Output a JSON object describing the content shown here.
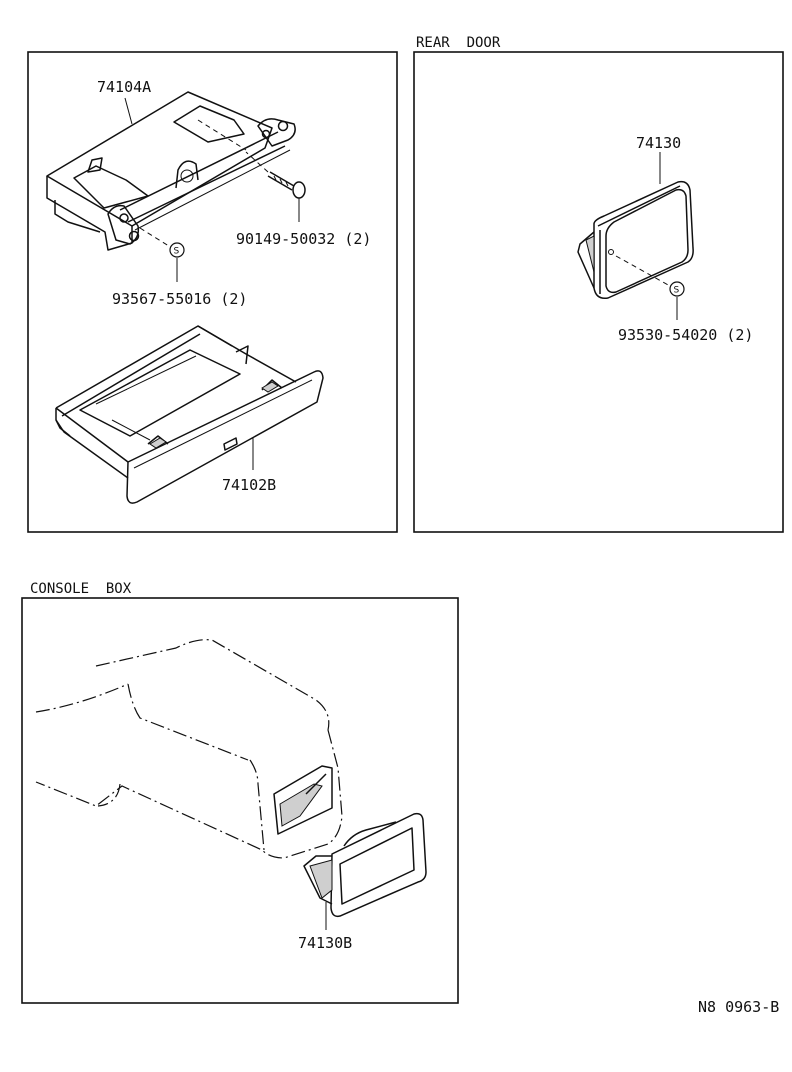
{
  "sections": {
    "rear_door": "REAR  DOOR",
    "console_box": "CONSOLE  BOX"
  },
  "parts": {
    "p74104a": "74104A",
    "p90149": "90149-50032 (2)",
    "p93567": "93567-55016 (2)",
    "p74102b": "74102B",
    "p74130": "74130",
    "p93530": "93530-54020 (2)",
    "p74130b": "74130B"
  },
  "symbol_label": "S",
  "drawing_number": "N8 0963-B"
}
